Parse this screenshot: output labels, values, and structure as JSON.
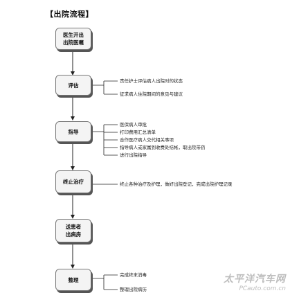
{
  "title": "【出院流程】",
  "boxes": [
    {
      "label": "医生开出\n出院医嘱"
    },
    {
      "label": "评估"
    },
    {
      "label": "指导"
    },
    {
      "label": "终止治疗"
    },
    {
      "label": "送患者\n出病房"
    },
    {
      "label": "整理"
    }
  ],
  "notes": {
    "assess": [
      "责任护士评估病人出院时的状态",
      "征求病人住院期间的意见与建议"
    ],
    "guide": [
      "医保病人审批",
      "打印费用汇总清单",
      "合作医疗病人交代相关事项",
      "指导病人或家属到收费处结帐，取出院带药",
      "进行出院指导"
    ],
    "stop": [
      "终止各种治疗及护理，做好出院登记，完成出院护理记录"
    ],
    "tidy": [
      "完成终末消毒",
      "整理出院病历"
    ]
  },
  "watermark": {
    "cn": "太平洋汽车网",
    "en": "PCauto.com.cn"
  }
}
